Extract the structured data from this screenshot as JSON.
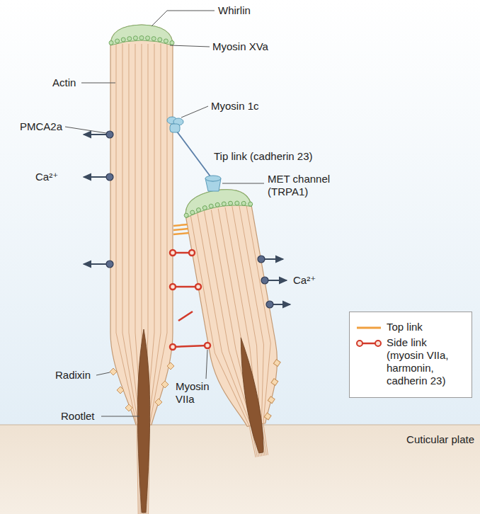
{
  "diagram": {
    "nodes": [
      {
        "text": [
          "Cuticular plate"
        ]
      }
    ],
    "labels": [
      "Whirlin",
      "Myosin XVa",
      "Actin",
      "Myosin 1c",
      "PMCA2a",
      "Tip link (cadherin 23)",
      "MET channel (TRPA1)",
      "Ca²⁺",
      "Ca²⁺",
      "Radixin",
      "Rootlet",
      "Myosin VIIa"
    ],
    "legend": [
      {
        "text": "Top link"
      },
      {
        "text": "Side link (myosin VIIa, harmonin, cadherin 23)"
      }
    ]
  }
}
